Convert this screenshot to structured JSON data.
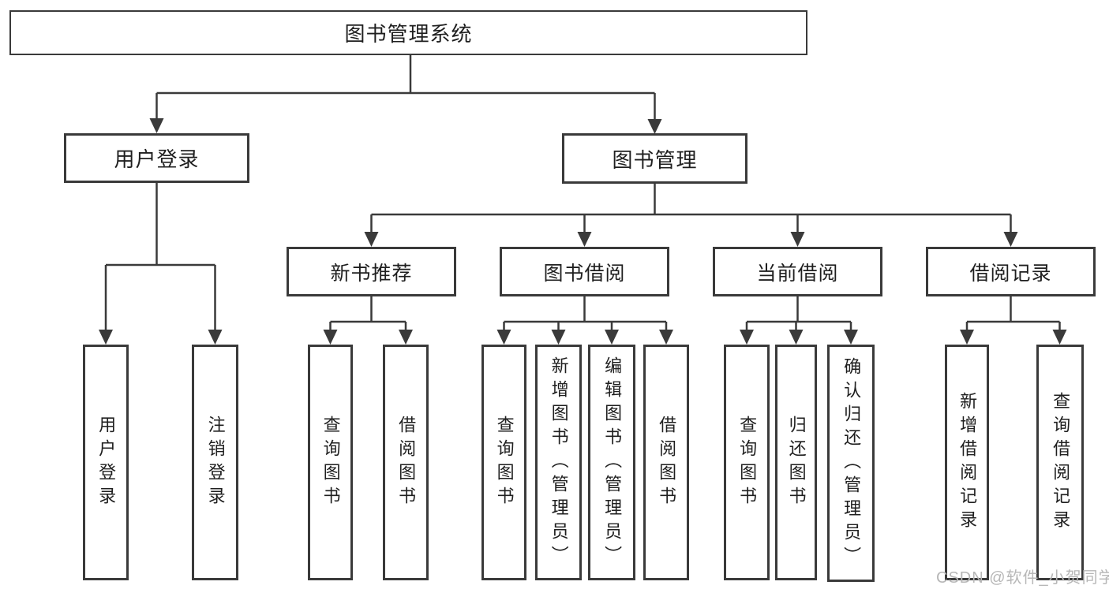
{
  "tree": {
    "root": {
      "label": "图书管理系统"
    },
    "branches": [
      {
        "label": "用户登录",
        "children": [
          {
            "label": "用户登录"
          },
          {
            "label": "注销登录"
          }
        ]
      },
      {
        "label": "图书管理",
        "children": [
          {
            "label": "新书推荐",
            "children": [
              {
                "label": "查询图书"
              },
              {
                "label": "借阅图书"
              }
            ]
          },
          {
            "label": "图书借阅",
            "children": [
              {
                "label": "查询图书"
              },
              {
                "label": "新增图书（管理员）"
              },
              {
                "label": "编辑图书（管理员）"
              },
              {
                "label": "借阅图书"
              }
            ]
          },
          {
            "label": "当前借阅",
            "children": [
              {
                "label": "查询图书"
              },
              {
                "label": "归还图书"
              },
              {
                "label": "确认归还（管理员）"
              }
            ]
          },
          {
            "label": "借阅记录",
            "children": [
              {
                "label": "新增借阅记录"
              },
              {
                "label": "查询借阅记录"
              }
            ]
          }
        ]
      }
    ]
  },
  "watermark": {
    "text": "CSDN @软件_小贺同学"
  },
  "colors": {
    "line": "#3a3a3a",
    "text": "#1f1f1f",
    "watermark": "#b7b7b7",
    "background": "#ffffff"
  }
}
